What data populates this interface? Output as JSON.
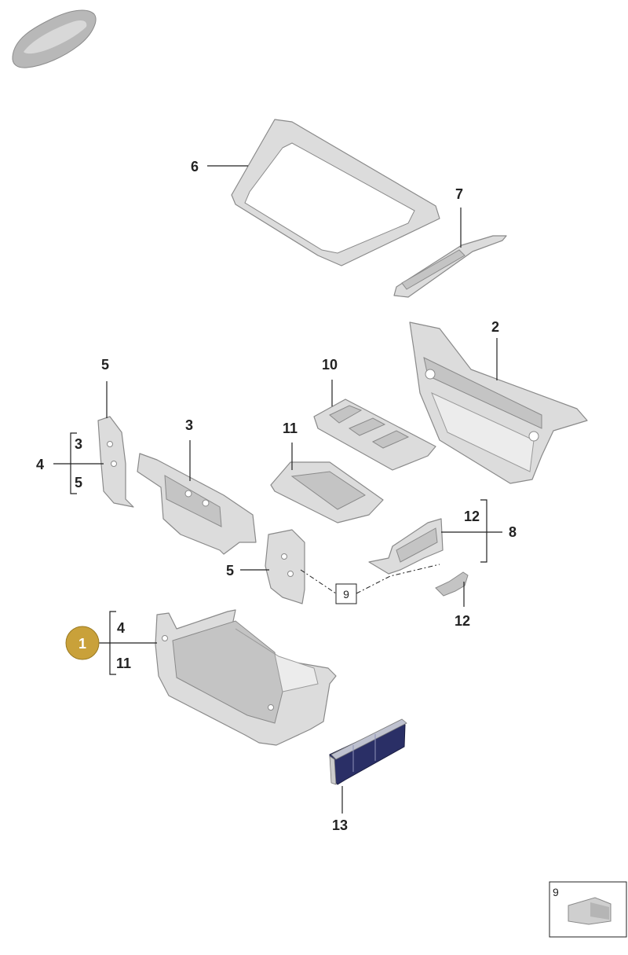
{
  "callouts": {
    "c1": "1",
    "c2": "2",
    "c3": "3",
    "c3_sub": "3",
    "c4": "4",
    "c4_b": "4",
    "c5_top": "5",
    "c5_sub": "5",
    "c5_mid": "5",
    "c6": "6",
    "c7": "7",
    "c8": "8",
    "c9_box": "9",
    "c9_inset": "9",
    "c10": "10",
    "c11": "11",
    "c11_b": "11",
    "c12_top": "12",
    "c12_bottom": "12",
    "c13": "13"
  },
  "colors": {
    "highlight_fill": "#c9a13a",
    "highlight_text": "#ffffff",
    "part_fill": "#dcdcdc",
    "battery_fill": "#2a2f66"
  },
  "icons": {
    "car_thumbnail": "car-silhouette-icon"
  }
}
